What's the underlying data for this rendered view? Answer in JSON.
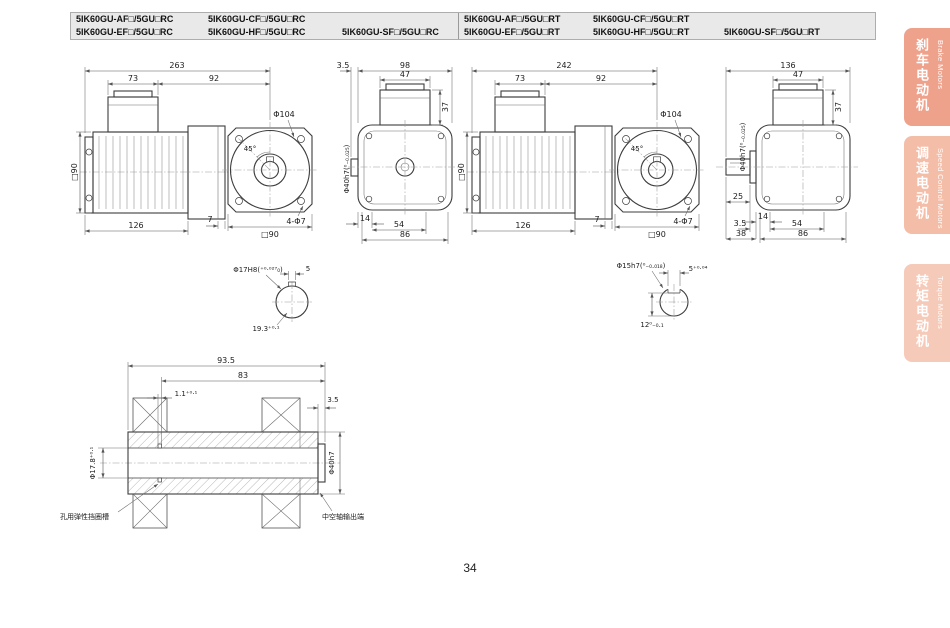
{
  "page": {
    "number": "34"
  },
  "header": {
    "rows": [
      [
        "5IK60GU-AF□/5GU□RC",
        "5IK60GU-CF□/5GU□RC",
        "",
        "5IK60GU-AF□/5GU□RT",
        "5IK60GU-CF□/5GU□RT",
        ""
      ],
      [
        "5IK60GU-EF□/5GU□RC",
        "5IK60GU-HF□/5GU□RC",
        "5IK60GU-SF□/5GU□RC",
        "5IK60GU-EF□/5GU□RT",
        "5IK60GU-HF□/5GU□RT",
        "5IK60GU-SF□/5GU□RT"
      ]
    ]
  },
  "tabs": [
    {
      "cn": "刹车电动机",
      "en": "Brake Motors",
      "color": "#efa28b"
    },
    {
      "cn": "调速电动机",
      "en": "Speed Control Motors",
      "color": "#f4bda8"
    },
    {
      "cn": "转矩电动机",
      "en": "Torque Motors",
      "color": "#f6cab9"
    }
  ],
  "d1": {
    "total": "263",
    "box_w": "73",
    "gear_w": "92",
    "flange": "Φ104",
    "angle": "45°",
    "side_h": "□90",
    "plate": "7",
    "body_l": "126",
    "square": "□90",
    "holes": "4-Φ7"
  },
  "d2": {
    "lip": "3.5",
    "width": "98",
    "box_w": "47",
    "box_h": "37",
    "boss": "Φ40h7(⁰₋₀.₀₂₅)",
    "b14": "14",
    "b54": "54",
    "b86": "86"
  },
  "detail_hollow": {
    "bore": "Φ17H8(⁺⁰·⁰²⁷₀)",
    "depth": "19.3⁺⁰·¹",
    "key": "5"
  },
  "d3": {
    "total": "242",
    "box_w": "73",
    "gear_w": "92",
    "flange": "Φ104",
    "angle": "45°",
    "side_h": "□90",
    "plate": "7",
    "body_l": "126",
    "square": "□90",
    "holes": "4-Φ7"
  },
  "d4": {
    "total": "136",
    "box_w": "47",
    "box_h": "37",
    "shaft": "25",
    "boss": "Φ40h7(⁰₋₀.₀₂₅)",
    "lip": "3.5",
    "b14": "14",
    "b54": "54",
    "b38": "38",
    "b86": "86"
  },
  "detail_shaft": {
    "dia": "Φ15h7(⁰₋₀.₀₁₈)",
    "flat": "12⁰₋₀.₁",
    "key": "5⁺⁰·⁰⁴"
  },
  "section": {
    "total": "93.5",
    "len": "83",
    "groove_w": "1.1⁺⁰·¹",
    "end": "3.5",
    "groove_d": "Φ17.8⁺⁰·¹",
    "od": "Φ40h7",
    "label_ring": "孔用弹性挡圈槽",
    "label_out": "中空轴输出端"
  }
}
